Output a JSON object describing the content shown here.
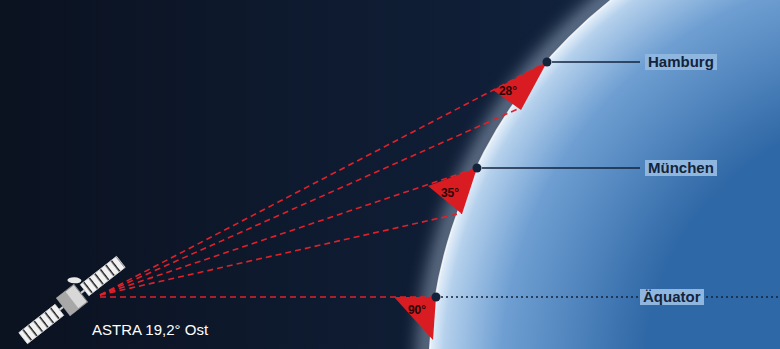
{
  "diagram": {
    "labels": [
      "ASTRA 19,2° Ost",
      "28°",
      "35°",
      "90°",
      "Hamburg",
      "München",
      "Äquator"
    ]
  }
}
